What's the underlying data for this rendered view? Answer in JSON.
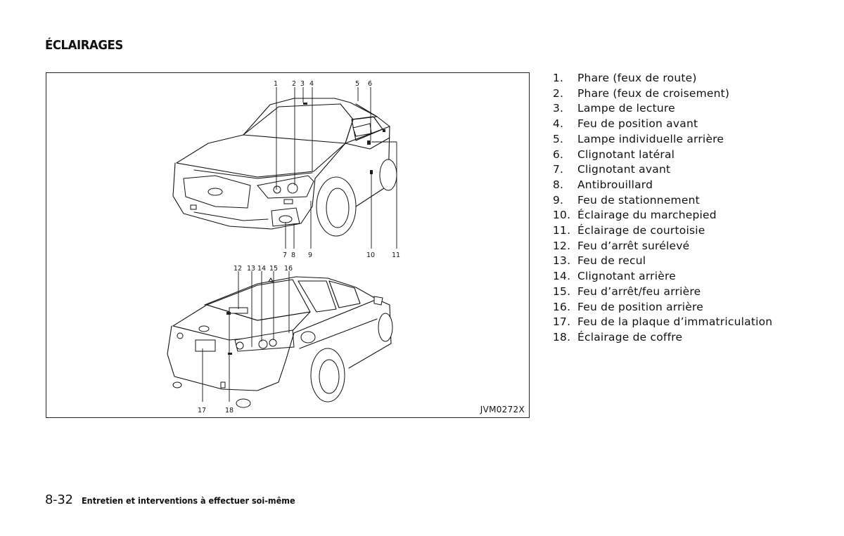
{
  "section_title": "ÉCLAIRAGES",
  "figure": {
    "code": "JVM0272X",
    "front_callouts": [
      "1",
      "2",
      "3",
      "4",
      "5",
      "6",
      "7",
      "8",
      "9",
      "10",
      "11"
    ],
    "rear_callouts": [
      "12",
      "13",
      "14",
      "15",
      "16",
      "17",
      "18"
    ]
  },
  "legend": [
    {
      "num": "1.",
      "text": "Phare (feux de route)"
    },
    {
      "num": "2.",
      "text": "Phare (feux de croisement)"
    },
    {
      "num": "3.",
      "text": "Lampe de lecture"
    },
    {
      "num": "4.",
      "text": "Feu de position avant"
    },
    {
      "num": "5.",
      "text": "Lampe individuelle arrière"
    },
    {
      "num": "6.",
      "text": "Clignotant latéral"
    },
    {
      "num": "7.",
      "text": "Clignotant avant"
    },
    {
      "num": "8.",
      "text": "Antibrouillard"
    },
    {
      "num": "9.",
      "text": "Feu de stationnement"
    },
    {
      "num": "10.",
      "text": "Éclairage du marchepied"
    },
    {
      "num": "11.",
      "text": "Éclairage de courtoisie"
    },
    {
      "num": "12.",
      "text": "Feu d’arrêt surélevé"
    },
    {
      "num": "13.",
      "text": "Feu de recul"
    },
    {
      "num": "14.",
      "text": "Clignotant arrière"
    },
    {
      "num": "15.",
      "text": "Feu d’arrêt/feu arrière"
    },
    {
      "num": "16.",
      "text": "Feu de position arrière"
    },
    {
      "num": "17.",
      "text": "Feu de la plaque d’immatriculation"
    },
    {
      "num": "18.",
      "text": "Éclairage de coffre"
    }
  ],
  "footer": {
    "page_number": "8-32",
    "chapter_title": "Entretien et interventions à effectuer soi-même"
  }
}
